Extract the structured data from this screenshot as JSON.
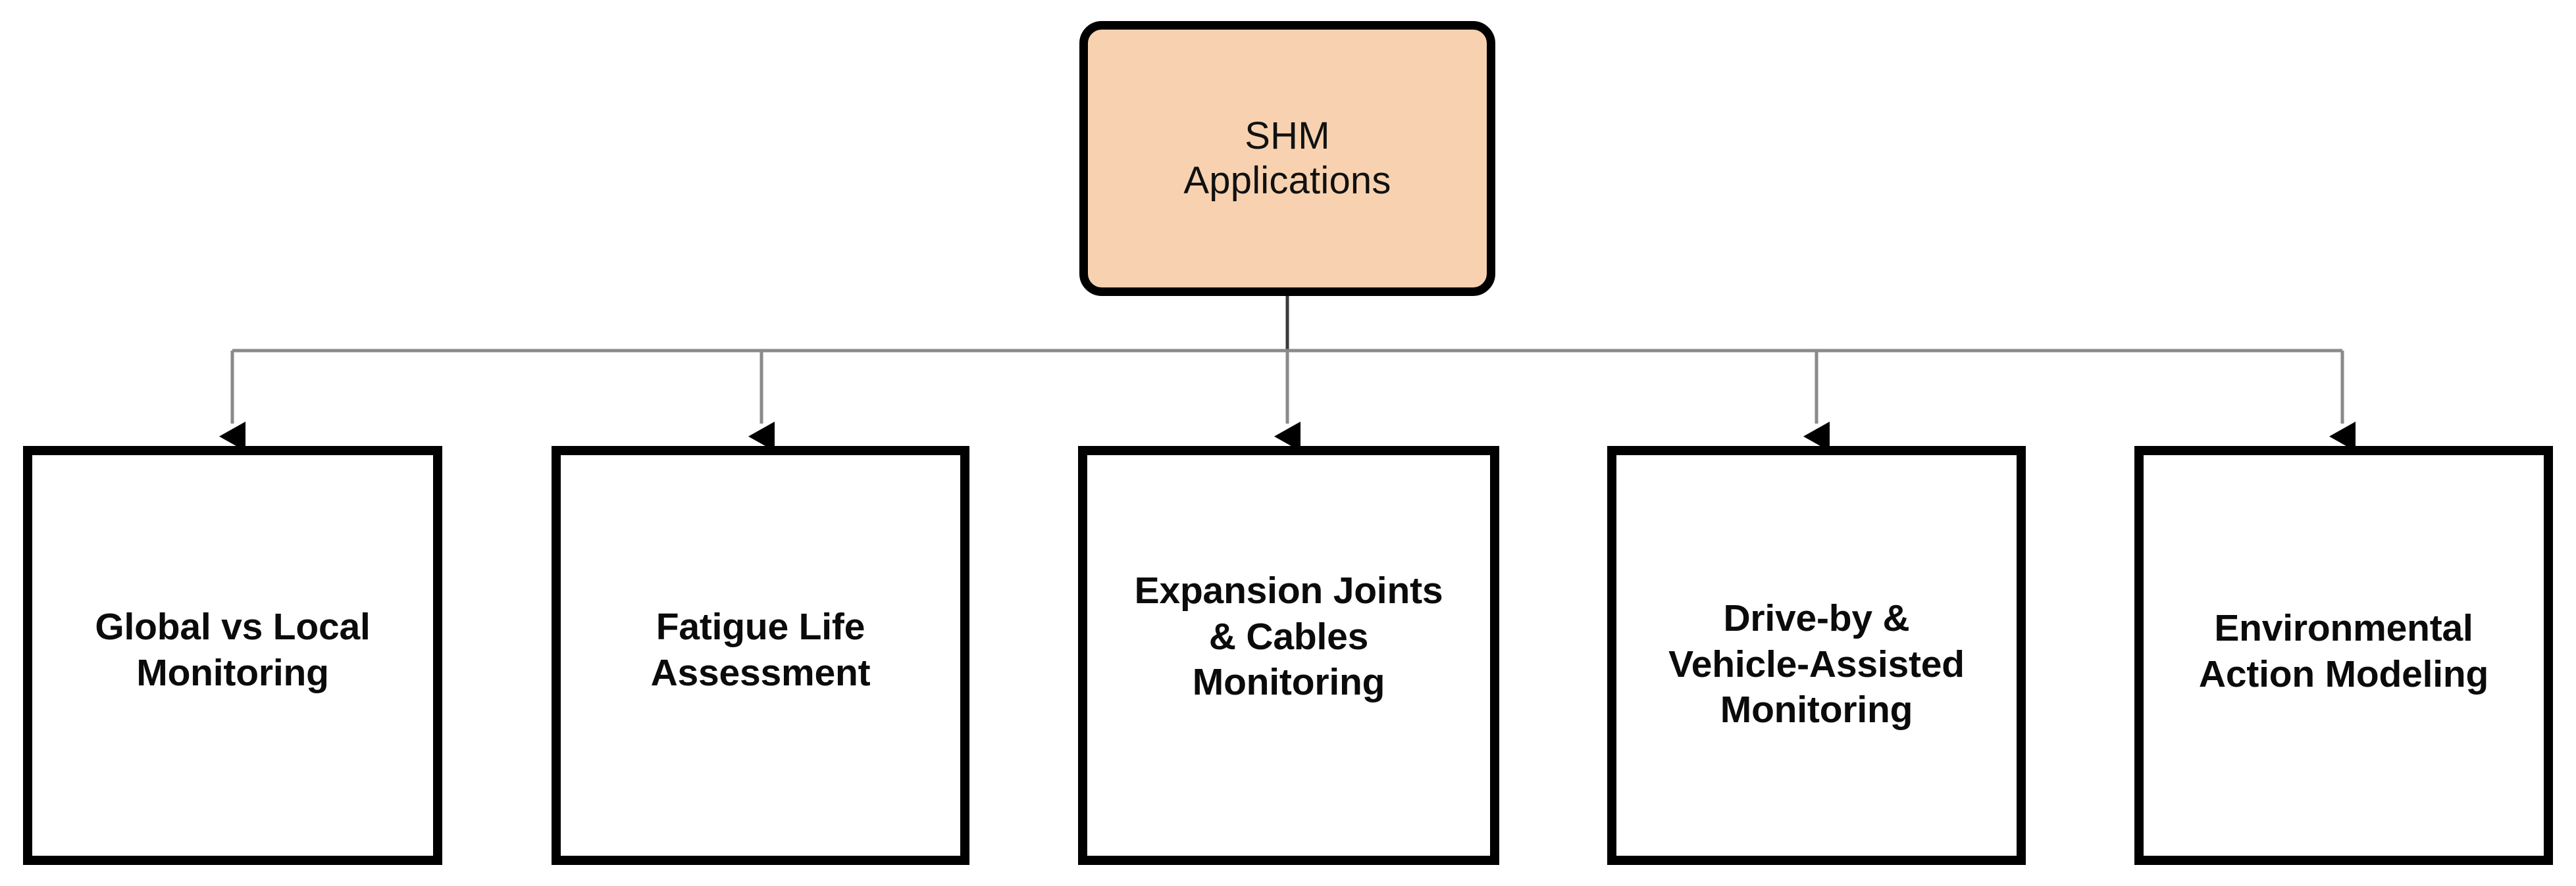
{
  "diagram": {
    "type": "tree",
    "orientation": "top-down",
    "title": "SHM Applications",
    "root": {
      "label": "SHM\nApplications",
      "fill_color": "#F8D2B0",
      "border_color": "#000000",
      "shape": "rounded-rectangle"
    },
    "connector": {
      "line_color": "#808080",
      "arrow_color": "#000000",
      "style": "orthogonal-bus"
    },
    "children": [
      {
        "id": "global-vs-local",
        "label": "Global vs Local\nMonitoring",
        "fill_color": "#FFFFFF",
        "border_color": "#000000",
        "shape": "rectangle"
      },
      {
        "id": "fatigue-life",
        "label": "Fatigue Life\nAssessment",
        "fill_color": "#FFFFFF",
        "border_color": "#000000",
        "shape": "rectangle"
      },
      {
        "id": "expansion-joints-cables",
        "label": "Expansion Joints\n& Cables\nMonitoring",
        "fill_color": "#FFFFFF",
        "border_color": "#000000",
        "shape": "rectangle"
      },
      {
        "id": "drive-by-vehicle-assisted",
        "label": "Drive-by &\nVehicle-Assisted\nMonitoring",
        "fill_color": "#FFFFFF",
        "border_color": "#000000",
        "shape": "rectangle"
      },
      {
        "id": "environmental-action-modeling",
        "label": "Environmental\nAction Modeling",
        "fill_color": "#FFFFFF",
        "border_color": "#000000",
        "shape": "rectangle"
      }
    ]
  }
}
